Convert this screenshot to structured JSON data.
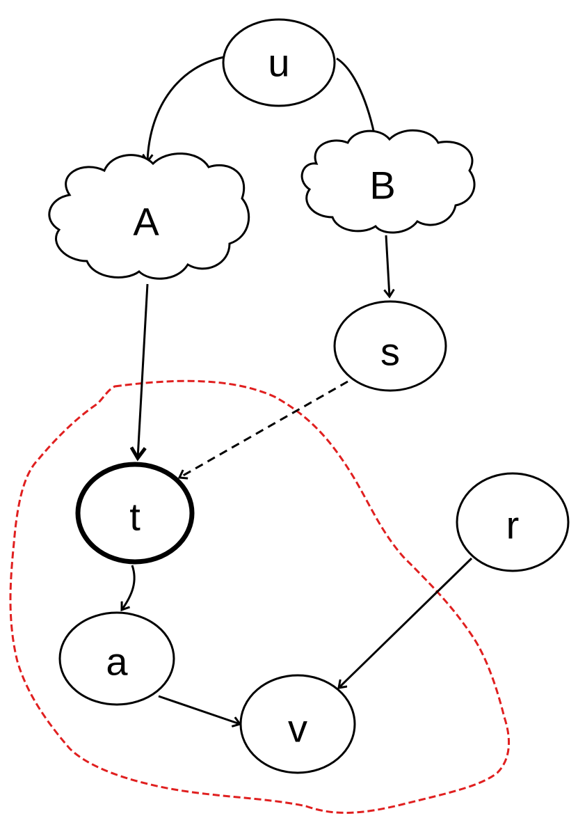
{
  "diagram": {
    "nodes": {
      "u": {
        "label": "u"
      },
      "A": {
        "label": "A"
      },
      "B": {
        "label": "B"
      },
      "s": {
        "label": "s"
      },
      "t": {
        "label": "t"
      },
      "r": {
        "label": "r"
      },
      "a": {
        "label": "a"
      },
      "v": {
        "label": "v"
      }
    },
    "edges": [
      {
        "from": "u",
        "to": "A",
        "style": "solid"
      },
      {
        "from": "u",
        "to": "B",
        "style": "solid"
      },
      {
        "from": "B",
        "to": "s",
        "style": "solid"
      },
      {
        "from": "A",
        "to": "t",
        "style": "bold"
      },
      {
        "from": "s",
        "to": "t",
        "style": "dashed"
      },
      {
        "from": "t",
        "to": "a",
        "style": "solid"
      },
      {
        "from": "a",
        "to": "v",
        "style": "solid"
      },
      {
        "from": "r",
        "to": "v",
        "style": "solid"
      }
    ],
    "colors": {
      "stroke": "#000000",
      "region": "#e01f1f",
      "background": "#ffffff"
    }
  }
}
